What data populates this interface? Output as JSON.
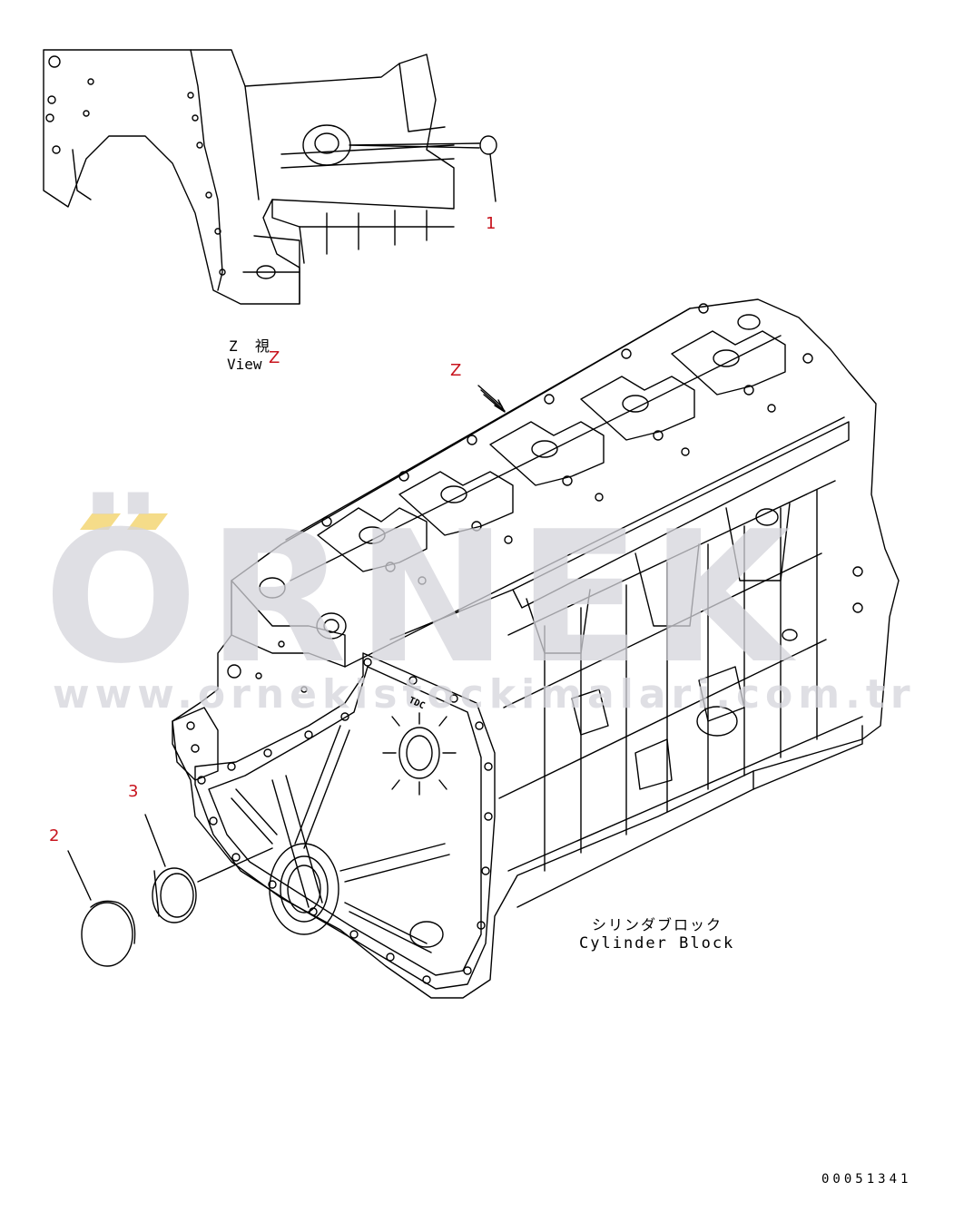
{
  "callouts": {
    "c1": "1",
    "c2": "2",
    "c3": "3"
  },
  "view": {
    "line1": "Z  視",
    "line2": "View",
    "z_red": "Z",
    "z_arrow": "Z"
  },
  "block_label": {
    "jp": "シリンダブロック",
    "en": "Cylinder Block"
  },
  "engraving": {
    "tdc": "TDC"
  },
  "drawing_number": "00051341",
  "watermark": {
    "brand": "ÖRNEK",
    "url": "www.ornekistockimalari.com.tr"
  },
  "colors": {
    "line": "#000000",
    "callout": "#c8141e",
    "watermark": "#d5d5db",
    "watermark_accent": "#f3d36b"
  }
}
